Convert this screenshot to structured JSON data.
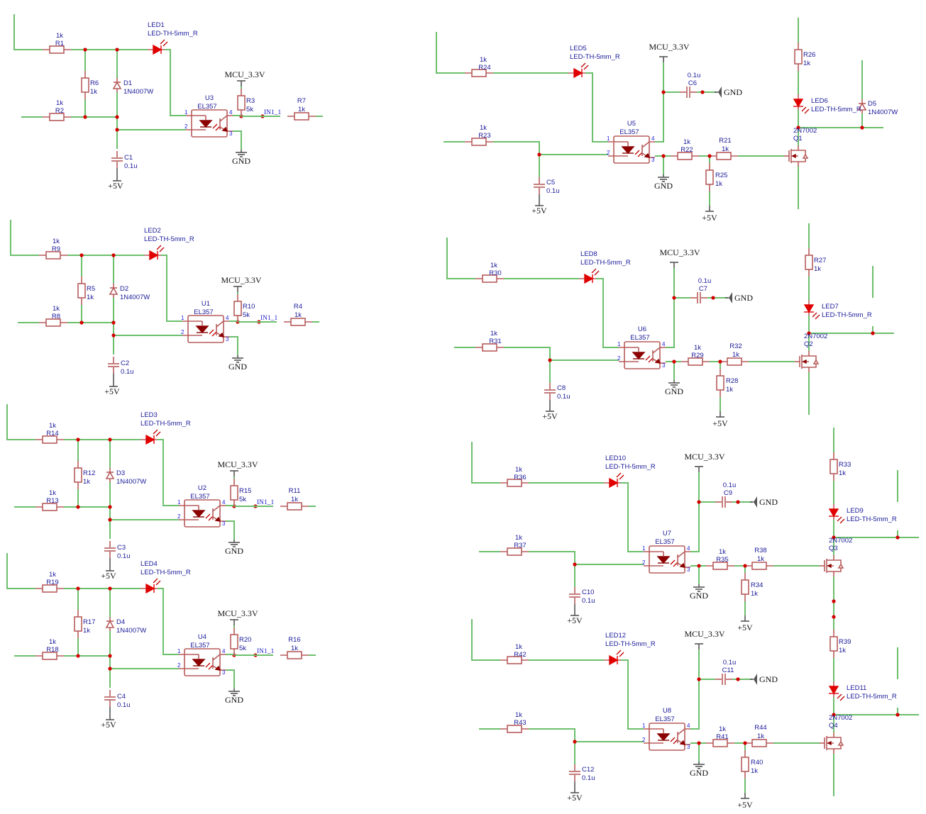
{
  "colors": {
    "wire": "#6cbf6c",
    "component": "#b85c5c",
    "led": "#e00000",
    "junction": "#d40000",
    "label": "#1a1a9a"
  },
  "nets": {
    "supply": "MCU_3.3V",
    "gnd": "GND",
    "vcc": "+5V",
    "input_net": "IN1_1"
  },
  "opto_pins": [
    "1",
    "2",
    "3",
    "4"
  ],
  "input_blocks": [
    {
      "r_top": [
        "1k",
        "R1"
      ],
      "r_bot": [
        "1k",
        "R2"
      ],
      "r_shunt": [
        "R6",
        "1k"
      ],
      "diode": [
        "D1",
        "1N4007W"
      ],
      "cap": [
        "C1",
        "0.1u"
      ],
      "led": [
        "LED1",
        "LED-TH-5mm_R"
      ],
      "opto": [
        "U3",
        "EL357"
      ],
      "r_pull": [
        "R3",
        "5k"
      ],
      "r_out": [
        "R7",
        "1k"
      ]
    },
    {
      "r_top": [
        "1k",
        "R9"
      ],
      "r_bot": [
        "1k",
        "R8"
      ],
      "r_shunt": [
        "R5",
        "1k"
      ],
      "diode": [
        "D2",
        "1N4007W"
      ],
      "cap": [
        "C2",
        "0.1u"
      ],
      "led": [
        "LED2",
        "LED-TH-5mm_R"
      ],
      "opto": [
        "U1",
        "EL357"
      ],
      "r_pull": [
        "R10",
        "5k"
      ],
      "r_out": [
        "R4",
        "1k"
      ]
    },
    {
      "r_top": [
        "1k",
        "R14"
      ],
      "r_bot": [
        "1k",
        "R13"
      ],
      "r_shunt": [
        "R12",
        "1k"
      ],
      "diode": [
        "D3",
        "1N4007W"
      ],
      "cap": [
        "C3",
        "0.1u"
      ],
      "led": [
        "LED3",
        "LED-TH-5mm_R"
      ],
      "opto": [
        "U2",
        "EL357"
      ],
      "r_pull": [
        "R15",
        "5k"
      ],
      "r_out": [
        "R11",
        "1k"
      ]
    },
    {
      "r_top": [
        "1k",
        "R19"
      ],
      "r_bot": [
        "1k",
        "R18"
      ],
      "r_shunt": [
        "R17",
        "1k"
      ],
      "diode": [
        "D4",
        "1N4007W"
      ],
      "cap": [
        "C4",
        "0.1u"
      ],
      "led": [
        "LED4",
        "LED-TH-5mm_R"
      ],
      "opto": [
        "U4",
        "EL357"
      ],
      "r_pull": [
        "R20",
        "5k"
      ],
      "r_out": [
        "R16",
        "1k"
      ]
    }
  ],
  "output_blocks": [
    {
      "r_top": [
        "1k",
        "R24"
      ],
      "r_bot": [
        "1k",
        "R23"
      ],
      "cap_in": [
        "C5",
        "0.1u"
      ],
      "led_in": [
        "LED5",
        "LED-TH-5mm_R"
      ],
      "opto": [
        "U5",
        "EL357"
      ],
      "cap_dec": [
        "0.1u",
        "C6"
      ],
      "r_a": [
        "1k",
        "R22"
      ],
      "r_pd": [
        "R25",
        "1k"
      ],
      "r_b": [
        "R21",
        "1k"
      ],
      "fet": [
        "2N7002",
        "Q1"
      ],
      "r_led": [
        "R26",
        "1k"
      ],
      "led_out": [
        "LED6",
        "LED-TH-5mm_R"
      ],
      "diode": [
        "D5",
        "1N4007W"
      ]
    },
    {
      "r_top": [
        "1k",
        "R30"
      ],
      "r_bot": [
        "1k",
        "R31"
      ],
      "cap_in": [
        "C8",
        "0.1u"
      ],
      "led_in": [
        "LED8",
        "LED-TH-5mm_R"
      ],
      "opto": [
        "U6",
        "EL357"
      ],
      "cap_dec": [
        "0.1u",
        "C7"
      ],
      "r_a": [
        "1k",
        "R29"
      ],
      "r_pd": [
        "R28",
        "1k"
      ],
      "r_b": [
        "R32",
        "1k"
      ],
      "fet": [
        "2N7002",
        "Q2"
      ],
      "r_led": [
        "R27",
        "1k"
      ],
      "led_out": [
        "LED7",
        "LED-TH-5mm_R"
      ]
    },
    {
      "r_top": [
        "1k",
        "R36"
      ],
      "r_bot": [
        "1k",
        "R37"
      ],
      "cap_in": [
        "C10",
        "0.1u"
      ],
      "led_in": [
        "LED10",
        "LED-TH-5mm_R"
      ],
      "opto": [
        "U7",
        "EL357"
      ],
      "cap_dec": [
        "0.1u",
        "C9"
      ],
      "r_a": [
        "1k",
        "R35"
      ],
      "r_pd": [
        "R34",
        "1k"
      ],
      "r_b": [
        "R38",
        "1k"
      ],
      "fet": [
        "2N7002",
        "Q3"
      ],
      "r_led": [
        "R33",
        "1k"
      ],
      "led_out": [
        "LED9",
        "LED-TH-5mm_R"
      ]
    },
    {
      "r_top": [
        "1k",
        "R42"
      ],
      "r_bot": [
        "1k",
        "R43"
      ],
      "cap_in": [
        "C12",
        "0.1u"
      ],
      "led_in": [
        "LED12",
        "LED-TH-5mm_R"
      ],
      "opto": [
        "U8",
        "EL357"
      ],
      "cap_dec": [
        "0.1u",
        "C11"
      ],
      "r_a": [
        "1k",
        "R41"
      ],
      "r_pd": [
        "R40",
        "1k"
      ],
      "r_b": [
        "R44",
        "1k"
      ],
      "fet": [
        "2N7002",
        "Q4"
      ],
      "r_led": [
        "R39",
        "1k"
      ],
      "led_out": [
        "LED11",
        "LED-TH-5mm_R"
      ]
    }
  ]
}
